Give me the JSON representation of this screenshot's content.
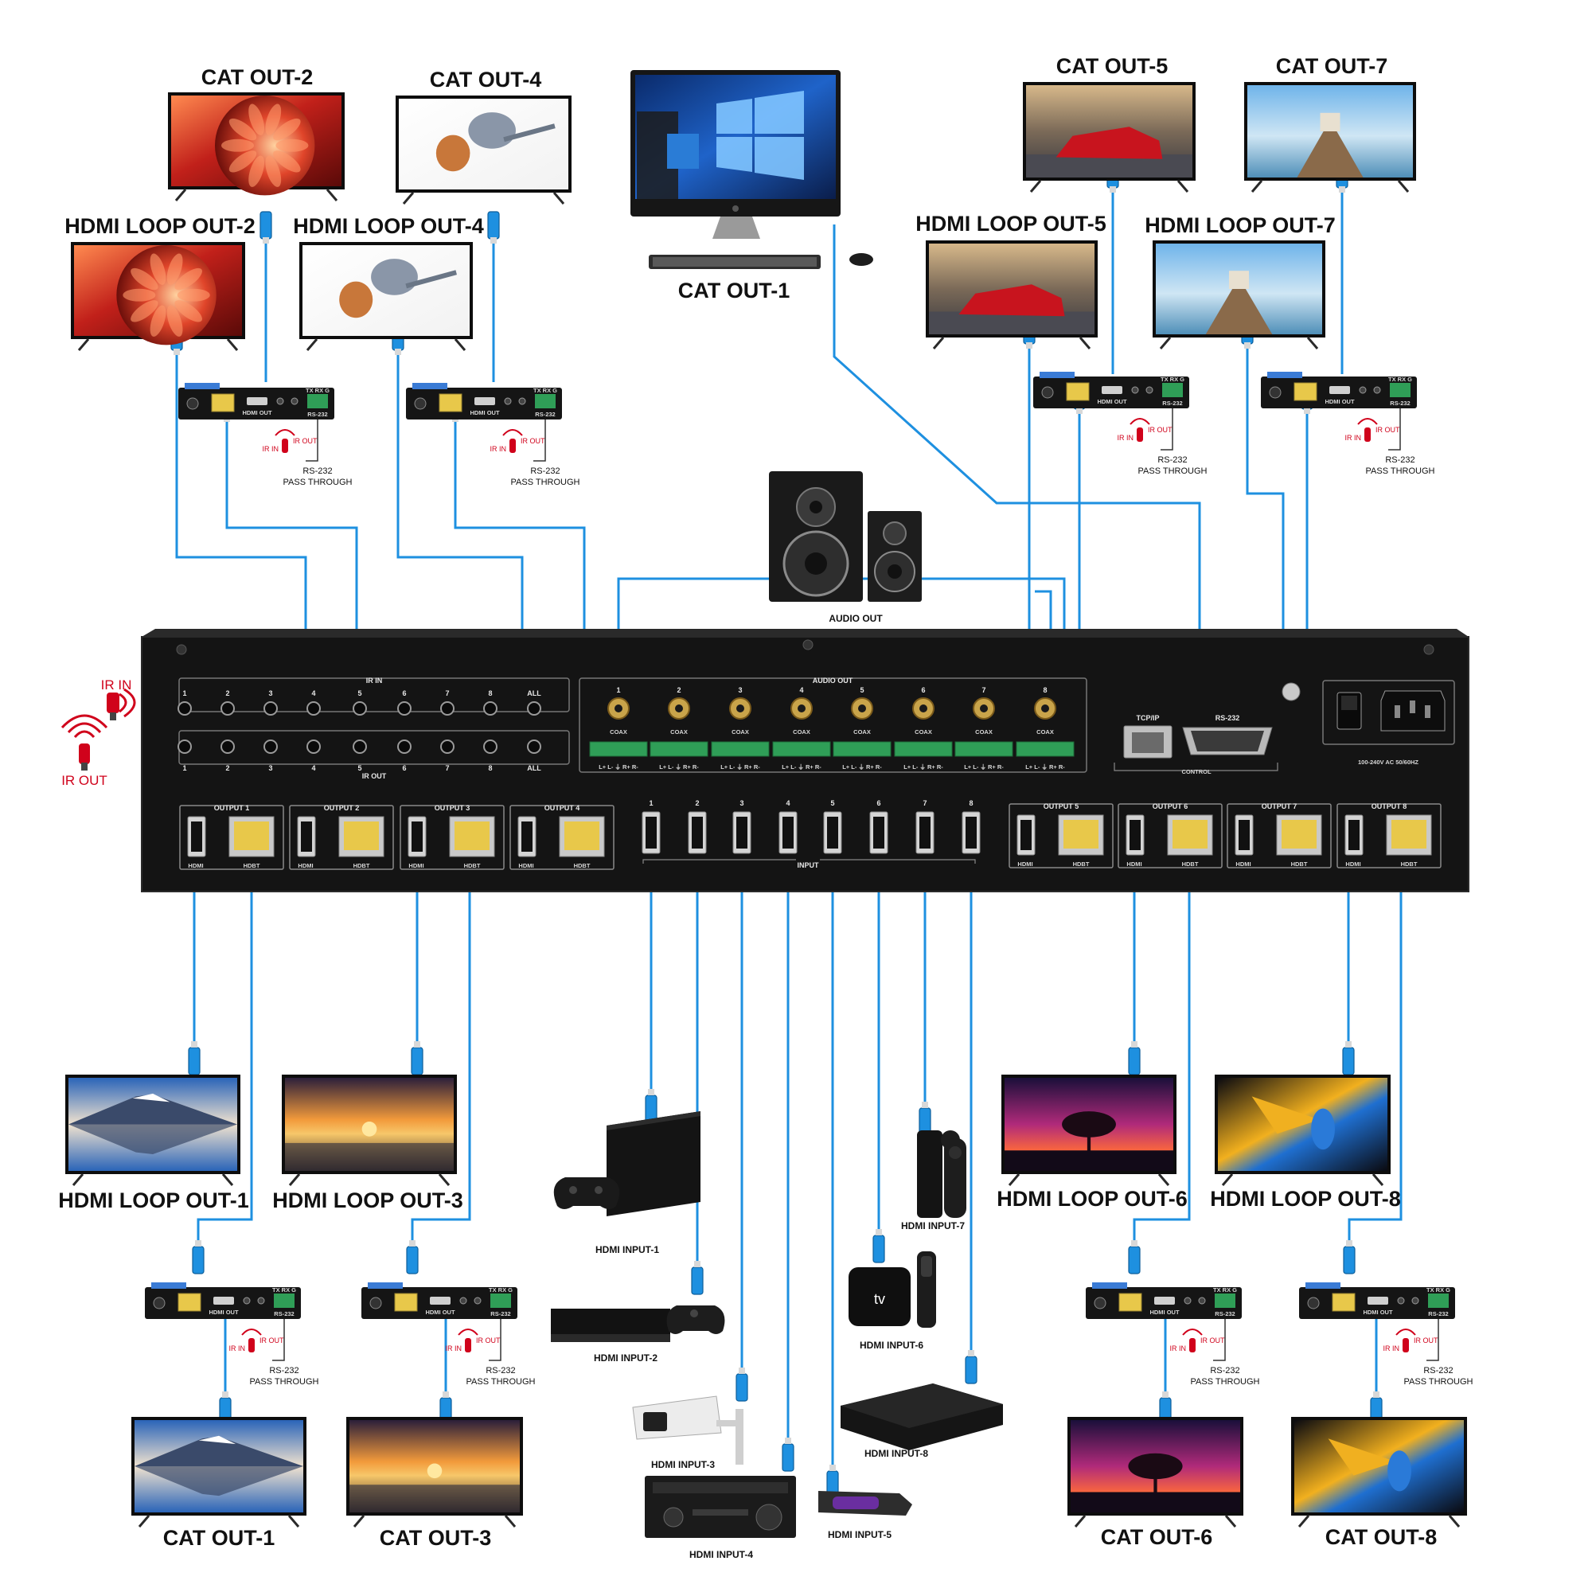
{
  "colors": {
    "cable": "#1e90e0",
    "chassis": "#161616",
    "ir_red": "#d0021b",
    "rj45_yellow": "#e8c84a",
    "coax_gold": "#c9a44a",
    "terminal_green": "#2f9e57",
    "extender_accent": "#3a7bd5"
  },
  "labels": {
    "cat_out_1_top": "CAT OUT-1",
    "cat_out_2_top": "CAT OUT-2",
    "cat_out_4_top": "CAT OUT-4",
    "cat_out_5_top": "CAT OUT-5",
    "cat_out_7_top": "CAT OUT-7",
    "loop_out_2": "HDMI LOOP OUT-2",
    "loop_out_4": "HDMI LOOP OUT-4",
    "loop_out_5": "HDMI LOOP OUT-5",
    "loop_out_7": "HDMI LOOP OUT-7",
    "loop_out_1": "HDMI LOOP OUT-1",
    "loop_out_3": "HDMI LOOP OUT-3",
    "loop_out_6": "HDMI LOOP OUT-6",
    "loop_out_8": "HDMI LOOP OUT-8",
    "cat_out_1_bottom": "CAT OUT-1",
    "cat_out_3_bottom": "CAT OUT-3",
    "cat_out_6_bottom": "CAT OUT-6",
    "cat_out_8_bottom": "CAT OUT-8",
    "audio_out": "AUDIO OUT",
    "ir_in_side": "IR IN",
    "ir_out_side": "IR OUT",
    "rs232_pass": "RS-232",
    "pass_through": "PASS THROUGH",
    "ext_ir_out": "IR OUT",
    "ext_ir_in": "IR IN",
    "input_1": "HDMI INPUT-1",
    "input_2": "HDMI INPUT-2",
    "input_3": "HDMI INPUT-3",
    "input_4": "HDMI INPUT-4",
    "input_5": "HDMI INPUT-5",
    "input_6": "HDMI INPUT-6",
    "input_7": "HDMI INPUT-7",
    "input_8": "HDMI INPUT-8"
  },
  "panel": {
    "ir_in_title": "IR IN",
    "ir_out_title": "IR OUT",
    "ir_numbers": [
      "1",
      "2",
      "3",
      "4",
      "5",
      "6",
      "7",
      "8",
      "ALL"
    ],
    "audio_out_title": "AUDIO OUT",
    "audio_numbers": [
      "1",
      "2",
      "3",
      "4",
      "5",
      "6",
      "7",
      "8"
    ],
    "coax": "COAX",
    "terminal_pins": "L+ L- ⏚ R+ R-",
    "tcpip": "TCP/IP",
    "rs232": "RS-232",
    "control": "CONTROL",
    "power_spec": "100-240V AC 50/60HZ",
    "output_labels": [
      "OUTPUT 1",
      "OUTPUT 2",
      "OUTPUT 3",
      "OUTPUT 4",
      "OUTPUT 5",
      "OUTPUT 6",
      "OUTPUT 7",
      "OUTPUT 8"
    ],
    "hdmi": "HDMI",
    "hdbt": "HDBT",
    "input_numbers": [
      "1",
      "2",
      "3",
      "4",
      "5",
      "6",
      "7",
      "8"
    ],
    "input_title": "INPUT"
  },
  "extender": {
    "hdmi_out": "HDMI OUT",
    "ir_in": "IR IN",
    "ir_out": "IR OUT",
    "rs232": "RS-232",
    "tx_rx": "TX RX G"
  }
}
